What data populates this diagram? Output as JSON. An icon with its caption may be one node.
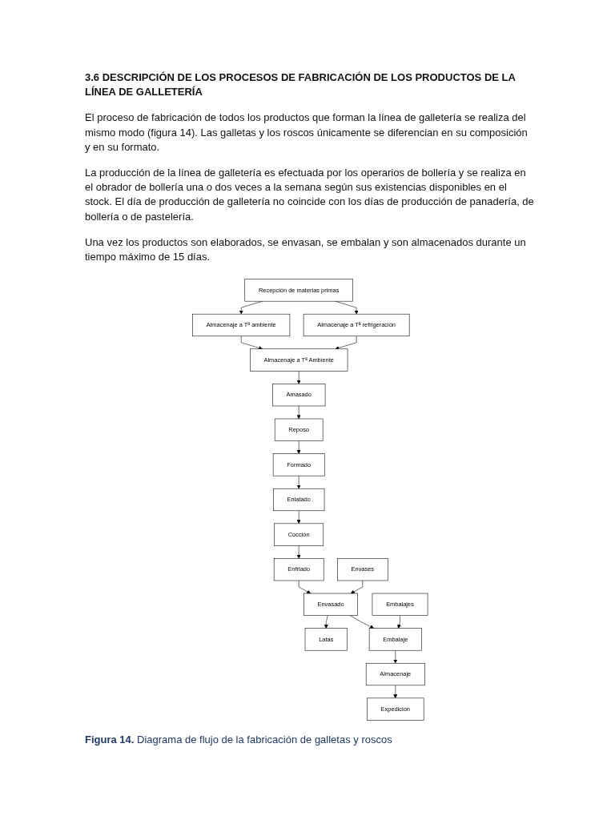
{
  "diagram": {
    "title": "3.6 DESCRIPCIÓN DE LOS PROCESOS DE FABRICACIÓN DE LOS PRODUCTOS DE LA LÍNEA DE GALLETERÍA",
    "caption": "**Figura 14.** Diagrama de flujo de la fabricación de galletas y roscos",
    "nodes": [
      {
        "text": [
          "Recepción de materias primas"
        ]
      },
      {
        "text": [
          "Almacenaje a Tª ambiente"
        ]
      },
      {
        "text": [
          "Almacenaje a Tª refrigeración"
        ]
      },
      {
        "text": [
          "Almacenaje a Tª Ambiente"
        ]
      },
      {
        "text": [
          "Amasado"
        ]
      },
      {
        "text": [
          "Reposo"
        ]
      },
      {
        "text": [
          "Formado"
        ]
      },
      {
        "text": [
          "Latas"
        ]
      },
      {
        "text": [
          "Enlatado"
        ]
      },
      {
        "text": [
          "Cocción"
        ]
      },
      {
        "text": [
          "Enfriado"
        ]
      },
      {
        "text": [
          "Envasado"
        ]
      },
      {
        "text": [
          "Envases"
        ]
      },
      {
        "text": [
          "Embalajes"
        ]
      },
      {
        "text": [
          "Embalaje"
        ]
      },
      {
        "text": [
          "Almacenaje"
        ]
      },
      {
        "text": [
          "Expedición"
        ]
      }
    ],
    "edges": [
      {
        "from": 0,
        "to": 1,
        "arrow": "to"
      },
      {
        "from": 0,
        "to": 2,
        "arrow": "to"
      },
      {
        "from": 1,
        "to": 3,
        "arrow": "to"
      },
      {
        "from": 2,
        "to": 3,
        "arrow": "to"
      },
      {
        "from": 3,
        "to": 4,
        "arrow": "to"
      },
      {
        "from": 4,
        "to": 5,
        "arrow": "to"
      },
      {
        "from": 5,
        "to": 6,
        "arrow": "to"
      },
      {
        "from": 6,
        "to": 8,
        "arrow": "to"
      },
      {
        "from": 8,
        "to": 9,
        "arrow": "to"
      },
      {
        "from": 9,
        "to": 10,
        "arrow": "to"
      },
      {
        "from": 10,
        "to": 11,
        "arrow": "to"
      },
      {
        "from": 11,
        "to": 7,
        "arrow": "to"
      },
      {
        "from": 12,
        "to": 11,
        "arrow": "to"
      },
      {
        "from": 11,
        "to": 14,
        "arrow": "to"
      },
      {
        "from": 13,
        "to": 14,
        "arrow": "to"
      },
      {
        "from": 14,
        "to": 15,
        "arrow": "to"
      },
      {
        "from": 15,
        "to": 16,
        "arrow": "to"
      }
    ],
    "labels": [
      "El proceso de fabricación de todos los productos que forman la línea de galletería se realiza del mismo modo (figura 14). Las galletas y los roscos únicamente se diferencian en su composición y en su formato.",
      "La producción de la línea de galletería es efectuada por los operarios de bollería y se realiza en el obrador de bollería una o dos veces a la semana según sus existencias disponibles en el stock. El día de producción de galletería no coincide con los días de producción de panadería, de bollería o de pastelería.",
      "Una vez los productos son elaborados, se envasan, se embalan y son almacenados durante un tiempo máximo de 15 días."
    ]
  }
}
